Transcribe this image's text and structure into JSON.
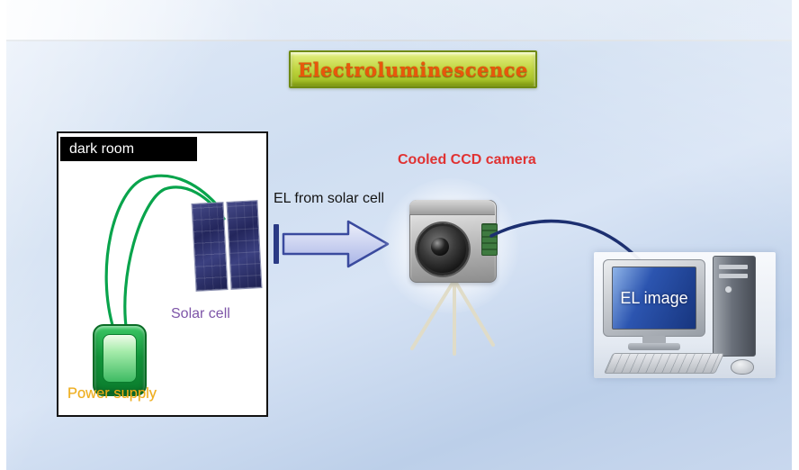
{
  "slide": {
    "title_banner": {
      "text": "Electroluminescence"
    },
    "labels": {
      "dark_room": "dark room",
      "solar_cell": "Solar cell",
      "power_supply": "Power supply",
      "el_arrow": "EL from solar cell",
      "camera": "Cooled CCD camera",
      "screen": "EL image"
    },
    "colors": {
      "title_text": "#e8570b",
      "banner_top": "#e6f184",
      "banner_bottom": "#9ab81e",
      "banner_border": "#6f8a12",
      "solar_cell_label": "#7e55a8",
      "power_supply_label": "#f0ae18",
      "camera_label": "#e03232",
      "arrow_label": "#141414",
      "wire_green": "#09a44c",
      "cable_navy": "#1c2f70",
      "arrow_fill_top": "#eef1fb",
      "arrow_fill_bottom": "#a9b4e6",
      "arrow_stroke": "#3a4a9e",
      "background_blue": "#c9d8ee"
    },
    "icons": {
      "power_supply": "battery-shape",
      "solar_cell": "pv-panel",
      "camera": "ccd-camera",
      "computer": "desktop-pc",
      "arrow": "block-arrow-right",
      "wires": "green-wires",
      "cable": "signal-cable",
      "tripod": "tripod-legs"
    }
  }
}
